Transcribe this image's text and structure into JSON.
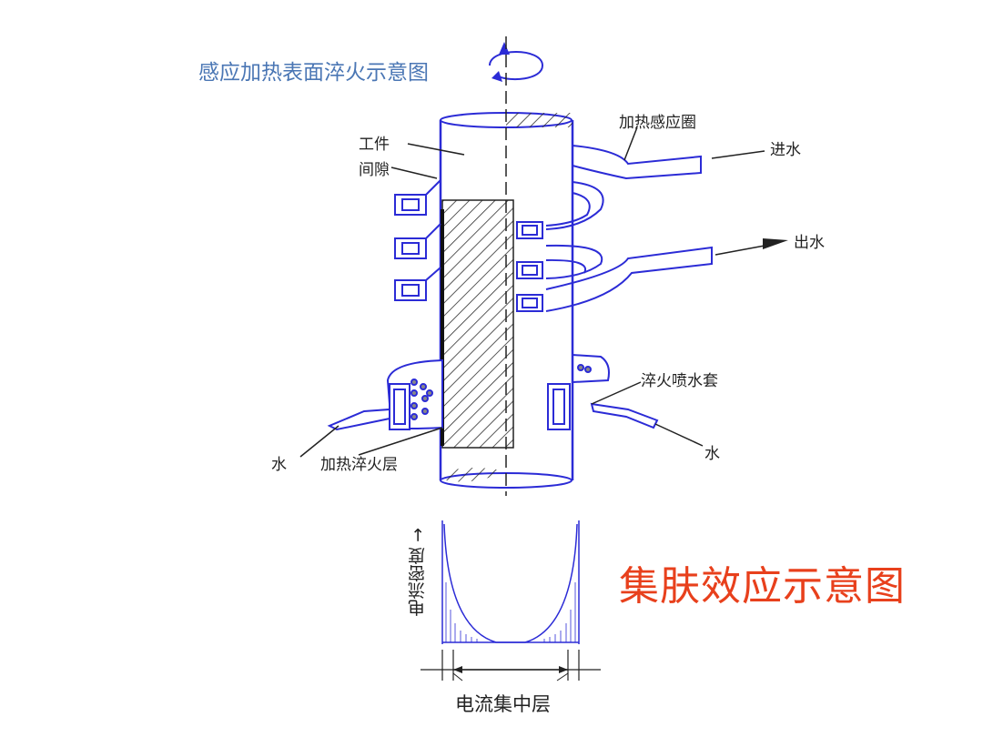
{
  "diagram_top": {
    "title": "感应加热表面淬火示意图",
    "labels": {
      "workpiece": "工件",
      "gap": "间隙",
      "coil": "加热感应圈",
      "water_in": "进水",
      "water_out": "出水",
      "quench_jacket": "淬火喷水套",
      "water_left": "水",
      "water_right": "水",
      "hardened_layer": "加热淬火层"
    }
  },
  "diagram_bottom": {
    "title": "集肤效应示意图",
    "y_axis_label": "电流密度 →",
    "x_label": "电流集中层"
  },
  "colors": {
    "line": "#2b2bd6",
    "title_blue": "#4a76b4",
    "title_red": "#e8401c"
  }
}
